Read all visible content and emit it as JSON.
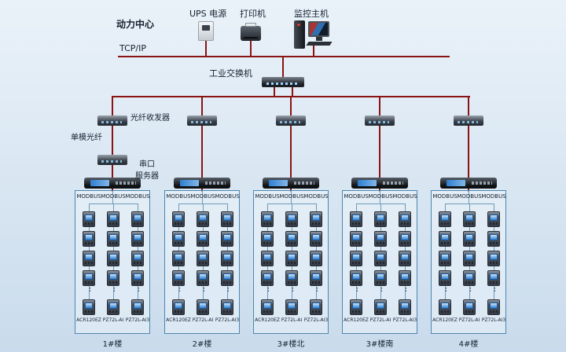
{
  "top": {
    "power_center": "动力中心",
    "ups_label": "UPS 电源",
    "printer_label": "打印机",
    "host_label": "监控主机",
    "tcpip_label": "TCP/IP",
    "switch_label": "工业交换机"
  },
  "annotations": {
    "fiber_transceiver": "光纤收发器",
    "single_mode_fiber": "单模光纤",
    "serial_server": [
      "串口",
      "服务器"
    ]
  },
  "protocol_label": "MODBUS",
  "meter_models": [
    "ACR120EZ",
    "PZ72L-AI",
    "PZ72L-AI3"
  ],
  "ellipsis": "⋮",
  "visible_meters_per_column": 5,
  "groups": [
    {
      "building": "1#楼"
    },
    {
      "building": "2#楼"
    },
    {
      "building": "3#楼北"
    },
    {
      "building": "3#楼南"
    },
    {
      "building": "4#楼"
    }
  ],
  "colors": {
    "bg_top": "#eaf2f9",
    "bg_bottom": "#c9dbec",
    "line": "#8a1414",
    "bus": "#6f9ab8",
    "box_border": "#4e86ae",
    "meter_screen": "#2f7fd0",
    "label": "#15202f"
  }
}
